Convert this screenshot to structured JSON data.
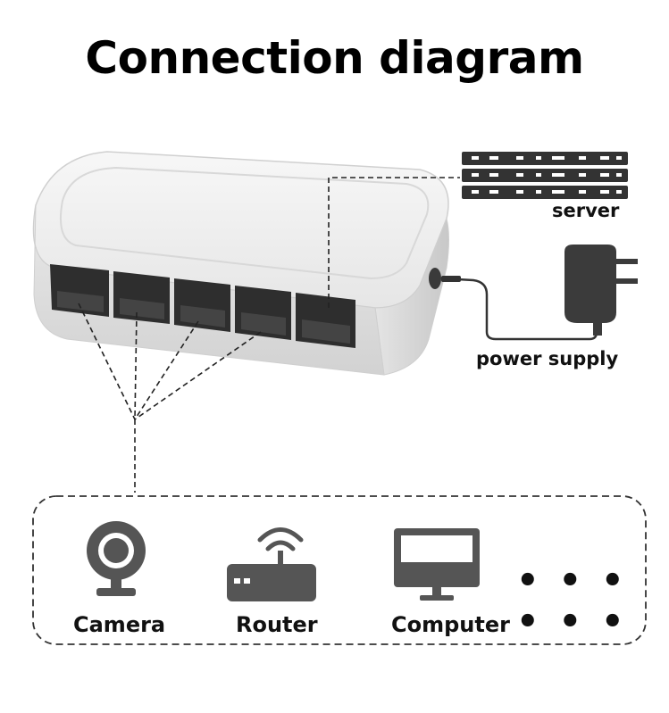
{
  "title": "Connection diagram",
  "labels": {
    "server": "server",
    "power_supply": "power supply"
  },
  "devices": [
    {
      "label": "Camera",
      "icon": "webcam-icon"
    },
    {
      "label": "Router",
      "icon": "wifi-router-icon"
    },
    {
      "label": "Computer",
      "icon": "monitor-icon"
    }
  ],
  "more_indicator": "• • • • • •",
  "colors": {
    "icon_gray": "#555555",
    "switch_body": "#f1f1f1",
    "port_dark": "#2e2e2e"
  }
}
